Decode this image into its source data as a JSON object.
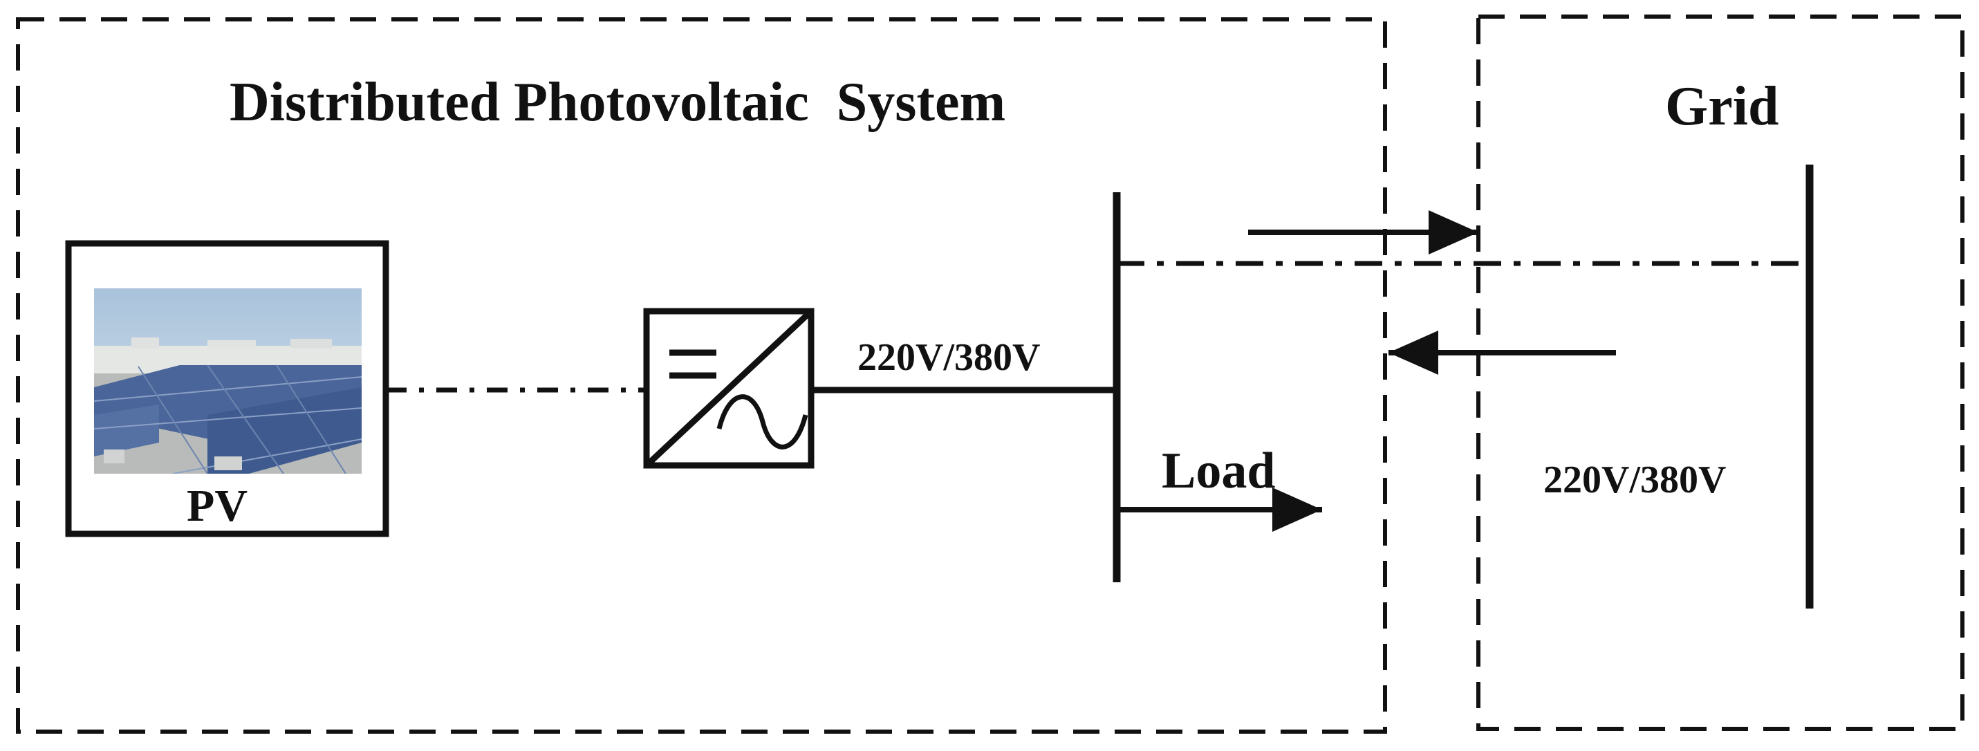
{
  "colors": {
    "stroke": "#111111",
    "background": "#ffffff"
  },
  "pv_system": {
    "title": "Distributed Photovoltaic  System"
  },
  "pv_panel": {
    "label": "PV",
    "photo": "solar-panel-array-photo"
  },
  "inverter": {
    "icon": "dc-ac-inverter-icon"
  },
  "bus": {
    "voltage_label": "220V/380V"
  },
  "load": {
    "label": "Load"
  },
  "grid": {
    "title": "Grid",
    "voltage_label": "220V/380V"
  }
}
